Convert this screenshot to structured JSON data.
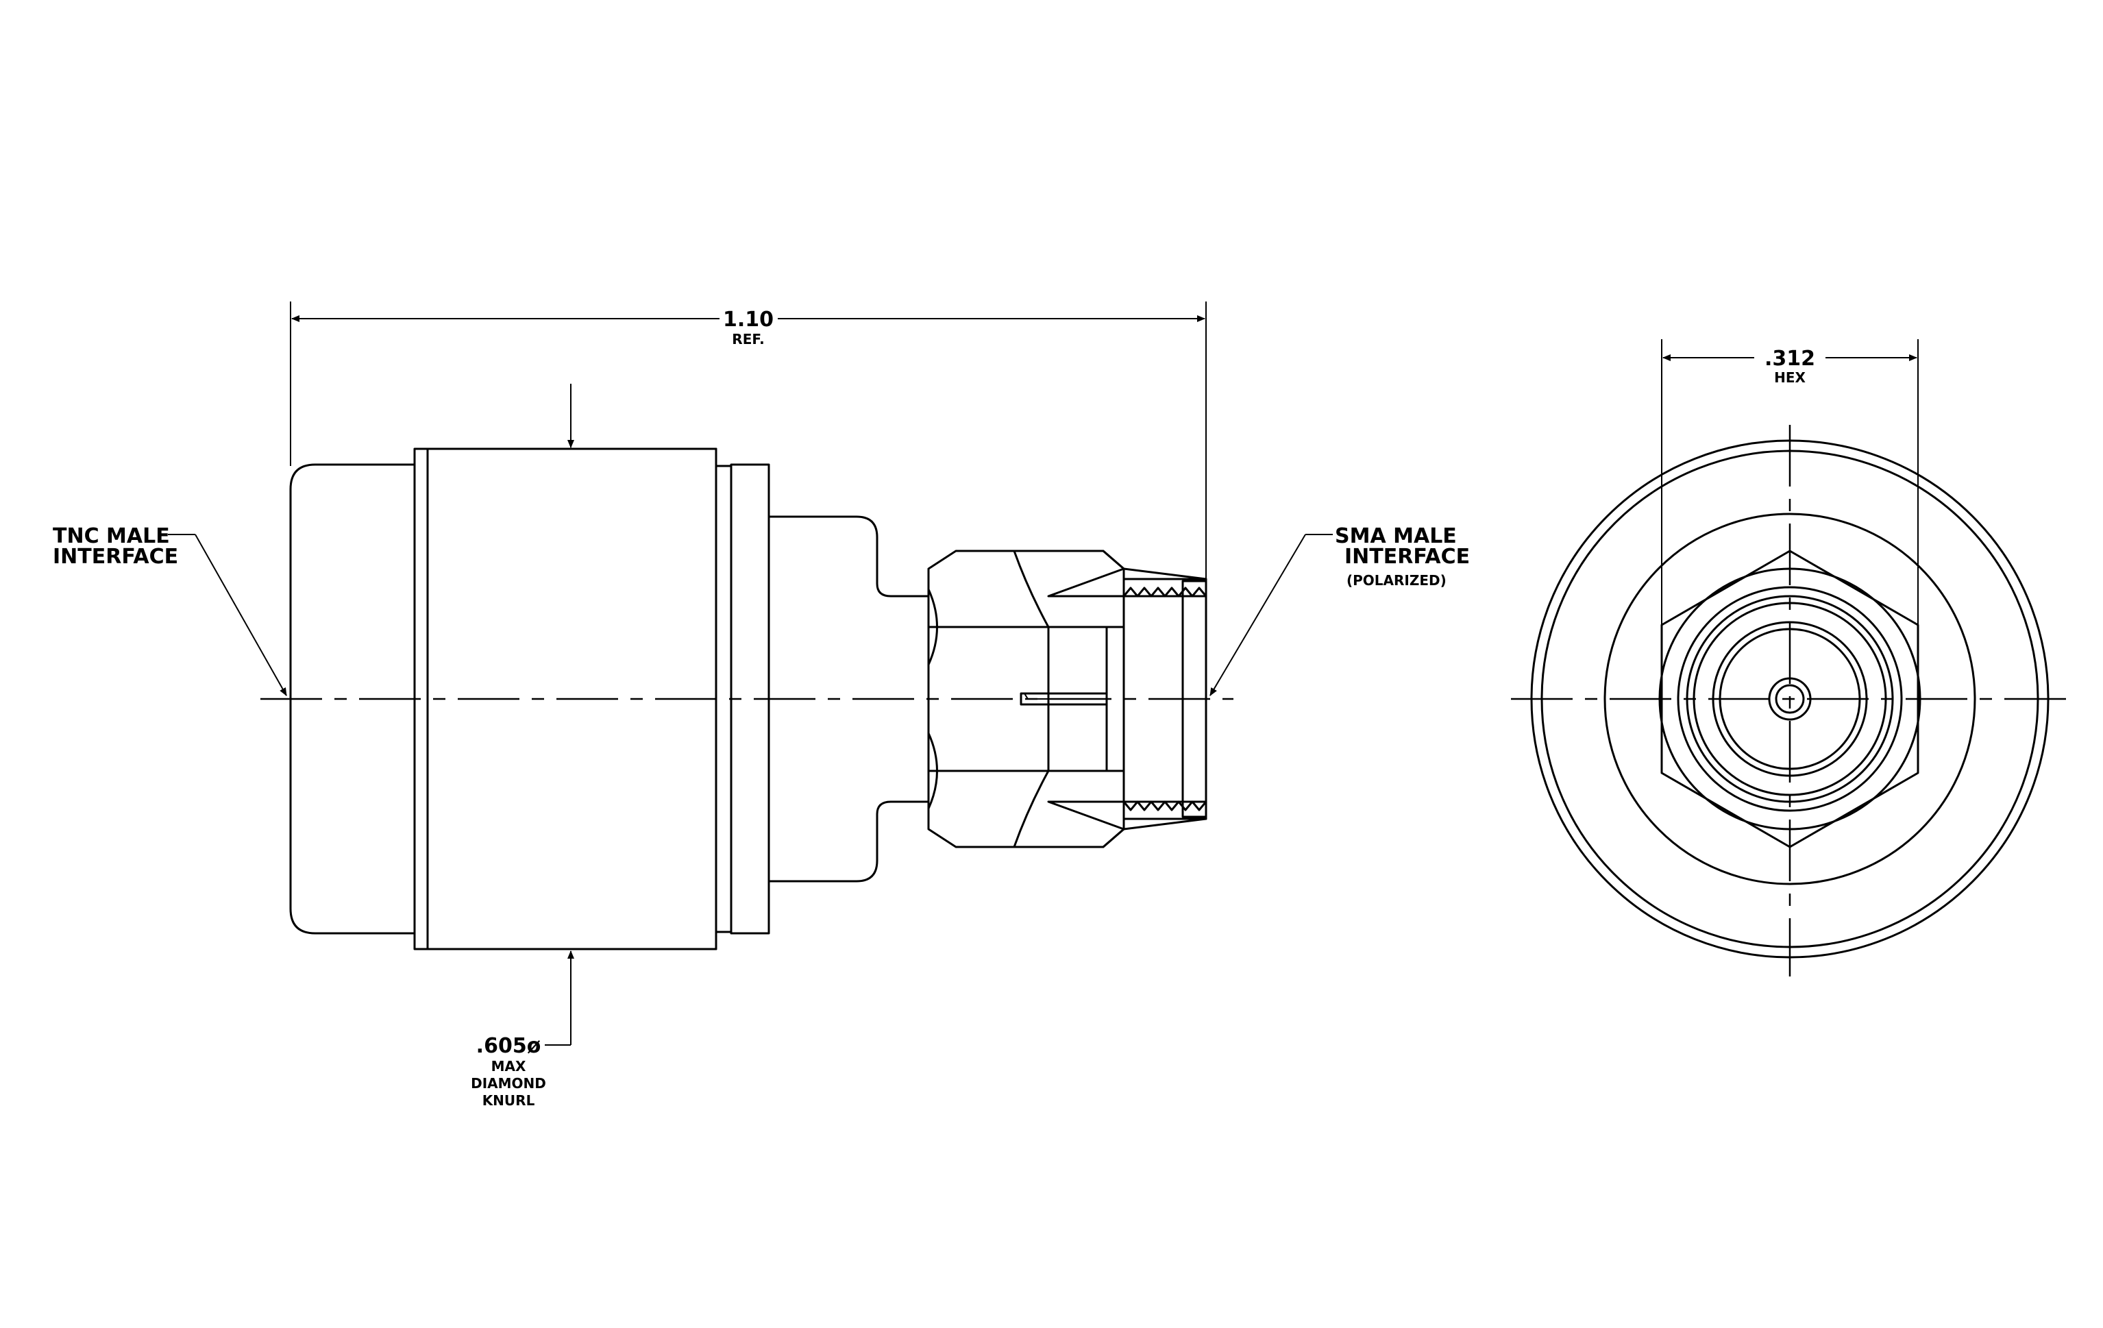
{
  "dimensions": {
    "overall_length": {
      "value": "1.10",
      "note": "REF."
    },
    "hex": {
      "value": ".312",
      "note": "HEX"
    },
    "knurl": {
      "value": ".605ø",
      "note_lines": [
        "MAX",
        "DIAMOND",
        "KNURL"
      ]
    }
  },
  "callouts": {
    "tnc": {
      "lines": [
        "TNC MALE",
        "INTERFACE"
      ]
    },
    "sma": {
      "lines": [
        "SMA MALE",
        "INTERFACE"
      ],
      "note": "(POLARIZED)"
    }
  },
  "colors": {
    "line": "#000000",
    "background": "#ffffff"
  }
}
